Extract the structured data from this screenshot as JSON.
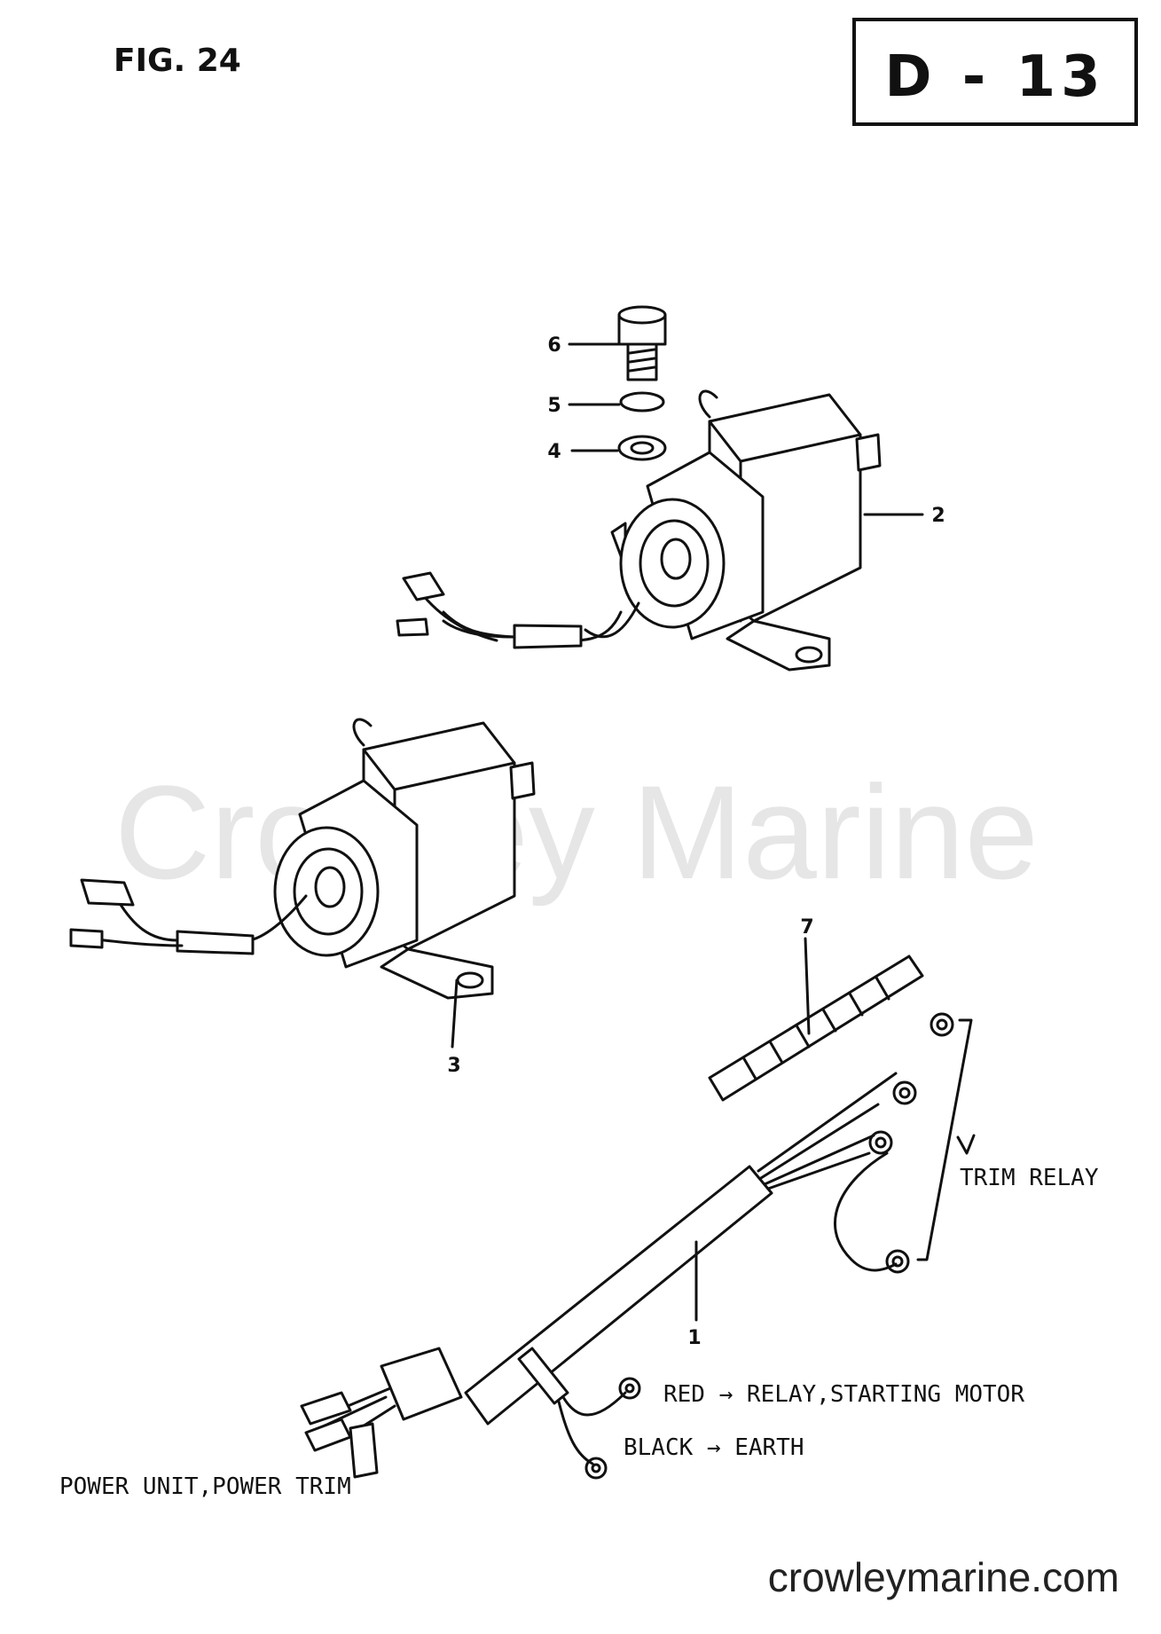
{
  "header": {
    "figure": "FIG. 24",
    "code": "D - 13"
  },
  "parts": {
    "p1": "1",
    "p2": "2",
    "p3": "3",
    "p4": "4",
    "p5": "5",
    "p6": "6",
    "p7": "7"
  },
  "labels": {
    "trim_relay": "TRIM RELAY",
    "red": "RED → RELAY,STARTING MOTOR",
    "black": "BLACK → EARTH",
    "power": "POWER UNIT,POWER TRIM"
  },
  "watermark": "Crowley Marine",
  "footer": {
    "url": "crowleymarine.com"
  }
}
